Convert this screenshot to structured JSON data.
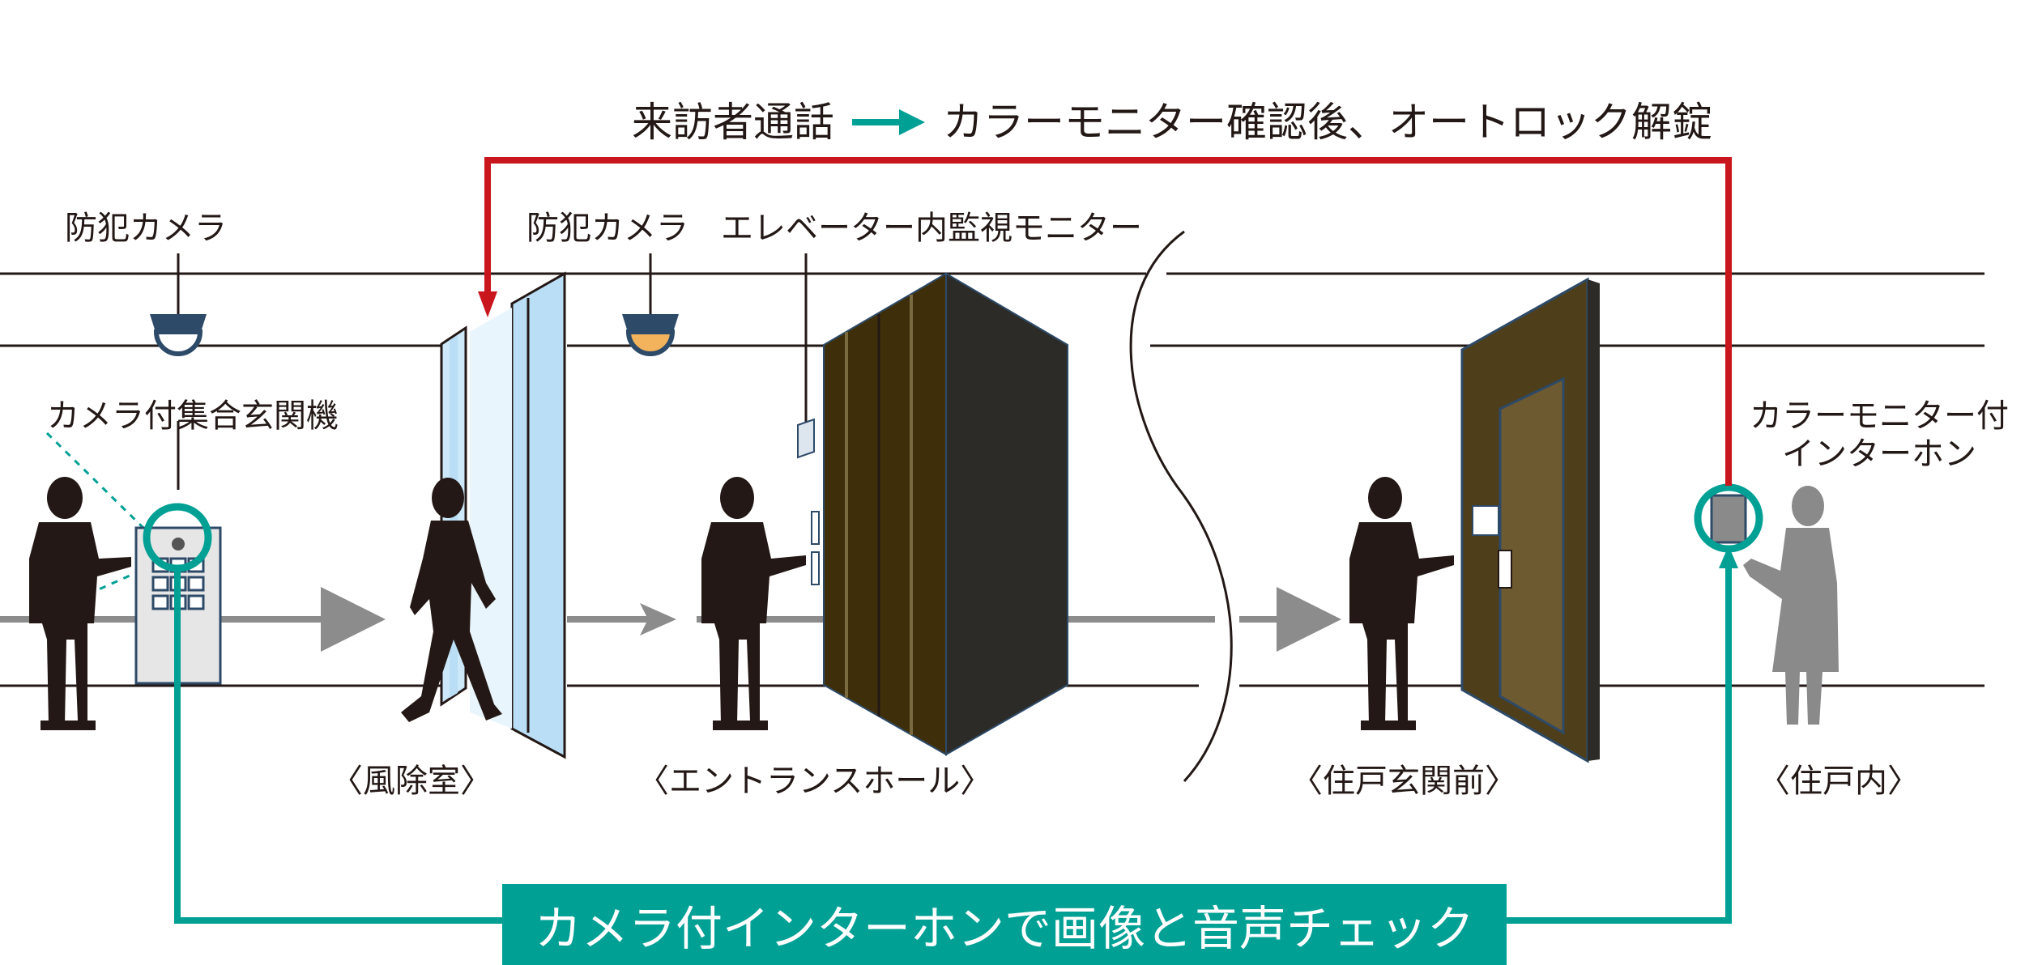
{
  "labels": {
    "camera_left": "防犯カメラ",
    "camera_mid": "防犯カメラ",
    "elevator_monitor": "エレベーター内監視モニター",
    "panel": "カメラ付集合玄関機",
    "monitor_line1": "カラーモニター付",
    "monitor_line2": "インターホン"
  },
  "rooms": {
    "windbreak": "〈風除室〉",
    "entrance_hall": "〈エントランスホール〉",
    "front_door": "〈住戸玄関前〉",
    "inside": "〈住戸内〉"
  },
  "top_note": {
    "left": "来訪者通話",
    "right": "カラーモニター確認後、オートロック解錠"
  },
  "banner": "カメラ付インターホンで画像と音声チェック",
  "colors": {
    "red_path": "#c9161d",
    "teal_path": "#00a095",
    "floor_arrow": "#8c8c8c",
    "glass": "#b9def5",
    "elevator_front": "#3e2f0a",
    "elevator_side": "#2c2b28",
    "door": "#5a4520",
    "silhouette": "#231815",
    "resident": "#8a8a8a"
  }
}
